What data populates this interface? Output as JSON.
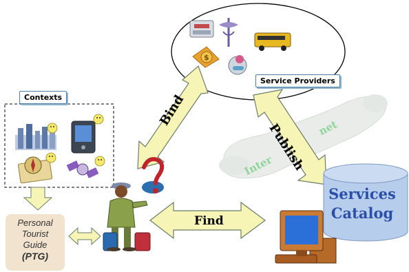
{
  "labels": {
    "contexts": "Contexts",
    "service_providers": "Service Providers",
    "ptg_line1": "Personal",
    "ptg_line2": "Tourist",
    "ptg_line3": "Guide",
    "ptg_line4_open": "(",
    "ptg_line4_abbr": "PTG",
    "ptg_line4_close": ")",
    "bind": "Bind",
    "publish": "Publish",
    "find": "Find",
    "inter": "Inter",
    "net": "net",
    "services": "Services",
    "catalog": "Catalog"
  },
  "icons": {
    "cloud": "internet-cloud-icon",
    "database": "services-catalog-database-icon",
    "computer": "computer-icon",
    "tourist": "tourist-figure-icon",
    "question": "question-mark-icon",
    "hotel": "hotel-icon",
    "medical": "medical-caduceus-icon",
    "bus": "school-bus-icon",
    "money": "money-dollar-icon",
    "pharmacy": "pharmacy-icon",
    "city": "city-skyline-icon",
    "pda": "pda-device-icon",
    "compass": "compass-map-icon",
    "satellite": "satellite-icon",
    "smiley": "smiley-face-icon"
  },
  "colors": {
    "arrow_fill": "#f6f5b6",
    "arrow_stroke": "#6b7c6a",
    "cloud_text": "#8fd49a",
    "catalog_text": "#2b4fa8",
    "database_fill": "#b7cdec",
    "callout_border": "#4a7fa8",
    "ptg_box": "#f2e3cf"
  }
}
